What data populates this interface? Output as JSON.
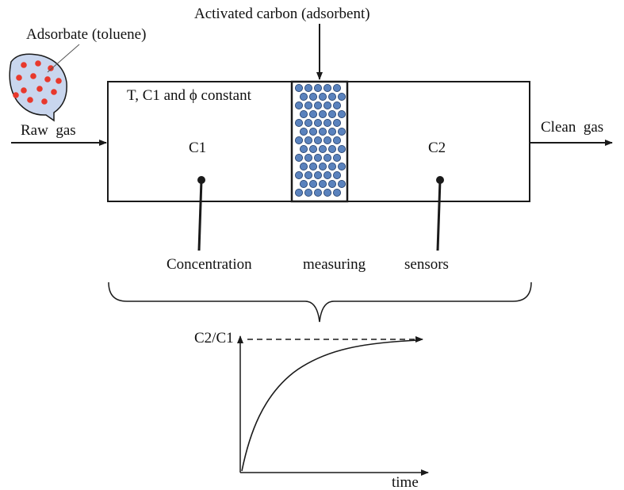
{
  "labels": {
    "adsorbent": "Activated   carbon (adsorbent)",
    "adsorbate": "Adsorbate (toluene)",
    "conditions": "T, C1 and ϕ constant",
    "raw_gas": "Raw  gas",
    "clean_gas": "Clean  gas",
    "c1": "C1",
    "c2": "C2",
    "sensors_1": "Concentration",
    "sensors_2": "measuring",
    "sensors_3": "sensors"
  },
  "plot": {
    "y_label": "C2/C1",
    "x_label": "time"
  },
  "colors": {
    "line": "#1a1a1a",
    "adsorbate_fill": "#c9d6ee",
    "adsorbate_dot": "#e8382c",
    "carbon_particle": "#5a82bd",
    "carbon_particle_stroke": "#1e3a66"
  }
}
